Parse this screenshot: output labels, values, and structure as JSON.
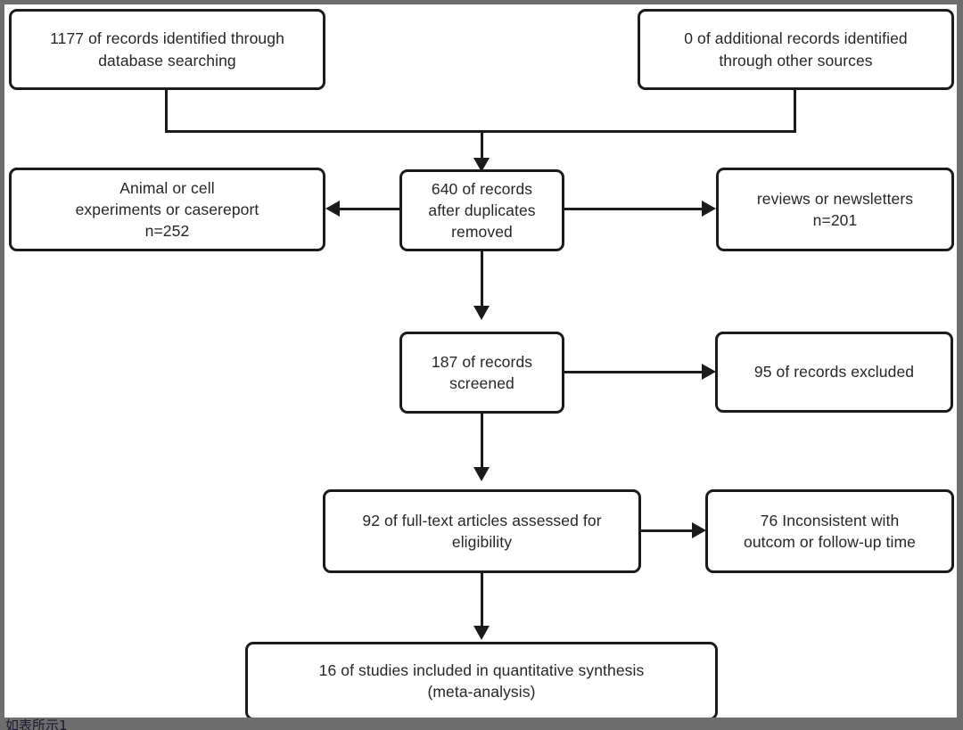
{
  "figure": {
    "type": "prisma-flow-diagram",
    "background_color": "#6e6e6e",
    "canvas_color": "#ffffff",
    "line_color": "#1b1b1b",
    "text_color": "#262626"
  },
  "boxes": {
    "identified_db": "1177 of records identified through\ndatabase searching",
    "identified_other": "0 of additional records identified\nthrough other sources",
    "duplicates_removed": "640 of records\nafter duplicates\nremoved",
    "animal_excluded": "Animal or cell\nexperiments or casereport\nn=252",
    "reviews_excluded": "reviews or newsletters\nn=201",
    "records_screened": "187 of records\nscreened",
    "records_excluded": "95 of records excluded",
    "fulltext_assessed": "92 of full-text articles assessed for\neligibility",
    "fulltext_excluded": "76 Inconsistent with\noutcom or follow-up time",
    "included_synthesis": "16 of studies included in quantitative synthesis\n(meta-analysis)"
  },
  "caption": {
    "text": "如表所示1"
  }
}
